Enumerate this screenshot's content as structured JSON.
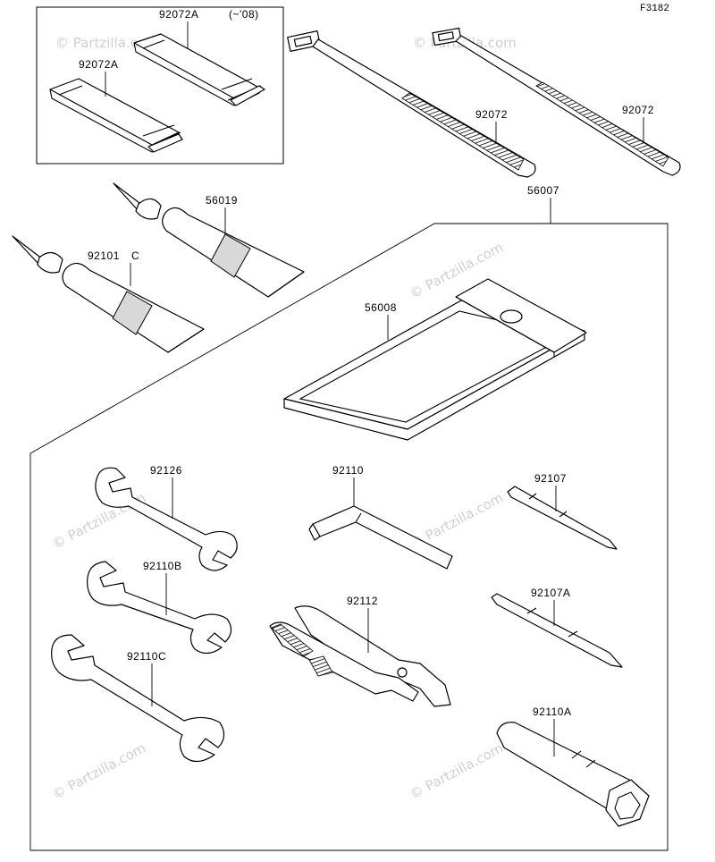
{
  "figure": {
    "code": "F3182",
    "watermark": "© Partzilla.com",
    "inset_note": "(~'08)"
  },
  "parts": [
    {
      "id": "strap-upper",
      "number": "92072A",
      "item": "strap"
    },
    {
      "id": "strap-lower",
      "number": "92072A",
      "item": "strap"
    },
    {
      "id": "tie-left",
      "number": "92072",
      "item": "cable-tie"
    },
    {
      "id": "tie-right",
      "number": "92072",
      "item": "cable-tie"
    },
    {
      "id": "tube-upper",
      "number": "56019",
      "item": "tube"
    },
    {
      "id": "tube-lower",
      "number": "92101",
      "item": "tube"
    },
    {
      "id": "tool-kit",
      "number": "56007",
      "item": "tool-kit"
    },
    {
      "id": "tool-bag",
      "number": "56008",
      "item": "tool-bag"
    },
    {
      "id": "wrench-a",
      "number": "92126",
      "item": "wrench"
    },
    {
      "id": "wrench-b",
      "number": "92110B",
      "item": "wrench"
    },
    {
      "id": "wrench-c",
      "number": "92110C",
      "item": "wrench"
    },
    {
      "id": "hex-key",
      "number": "92110",
      "item": "hex-key"
    },
    {
      "id": "pliers",
      "number": "92112",
      "item": "pliers"
    },
    {
      "id": "screwdriver-a",
      "number": "92107",
      "item": "screwdriver-bit"
    },
    {
      "id": "screwdriver-b",
      "number": "92107A",
      "item": "screwdriver-bit"
    },
    {
      "id": "box-wrench",
      "number": "92110A",
      "item": "box-wrench"
    }
  ],
  "overlap_label": "C",
  "colors": {
    "line": "#000000",
    "watermark": "#cfcfcf",
    "shade": "#d8d8d8"
  }
}
